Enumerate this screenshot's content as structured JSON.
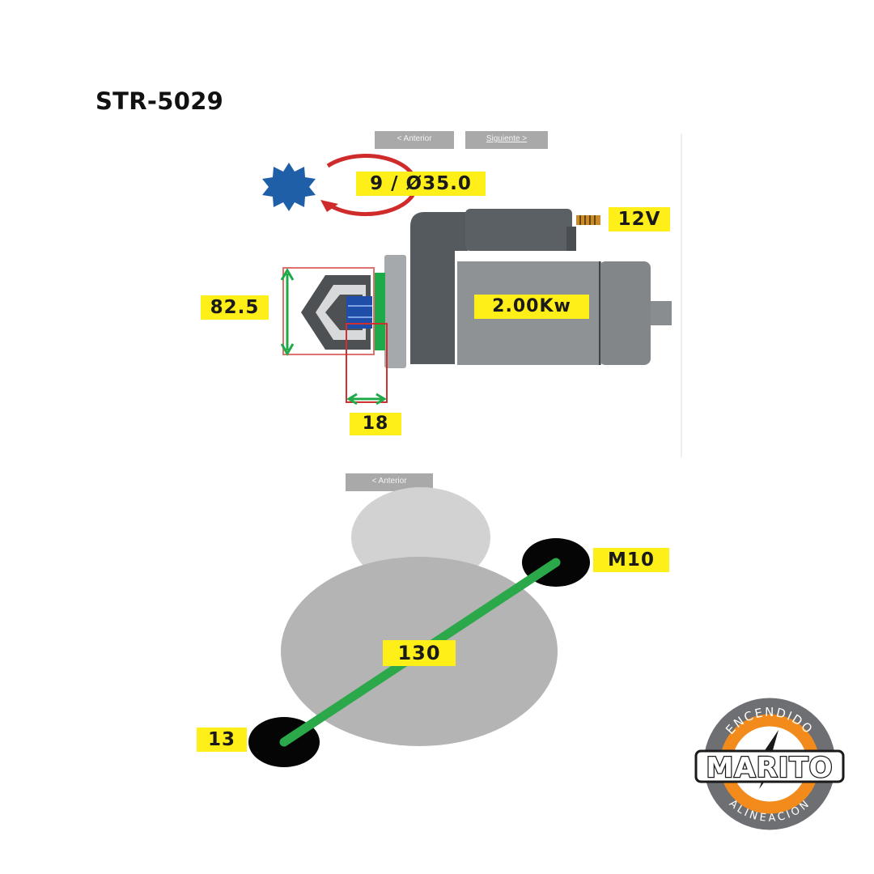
{
  "title": "STR-5029",
  "nav_top": {
    "prev": "< Anterior",
    "next": "Siguiente >"
  },
  "nav_bottom": {
    "prev": "< Anterior"
  },
  "pinion": {
    "teeth_diameter": "9 / Ø35.0",
    "icon": "gear-rotation-icon"
  },
  "voltage": "12V",
  "power": "2.00Kw",
  "dim_height": "82.5",
  "dim_pinion_offset": "18",
  "mount": {
    "hole_distance": "130",
    "bolt_size": "M10",
    "hole_size": "13"
  },
  "logo": {
    "top_text": "ENCENDIDO",
    "main_text": "MARITO",
    "bottom_text": "ALINEACION"
  },
  "colors": {
    "tag": "#ffef18",
    "dimension_line": "#1faa4a",
    "rotation_arrow": "#d02b2b",
    "gear": "#1f5fa8",
    "logo_orange": "#f28a1c"
  }
}
